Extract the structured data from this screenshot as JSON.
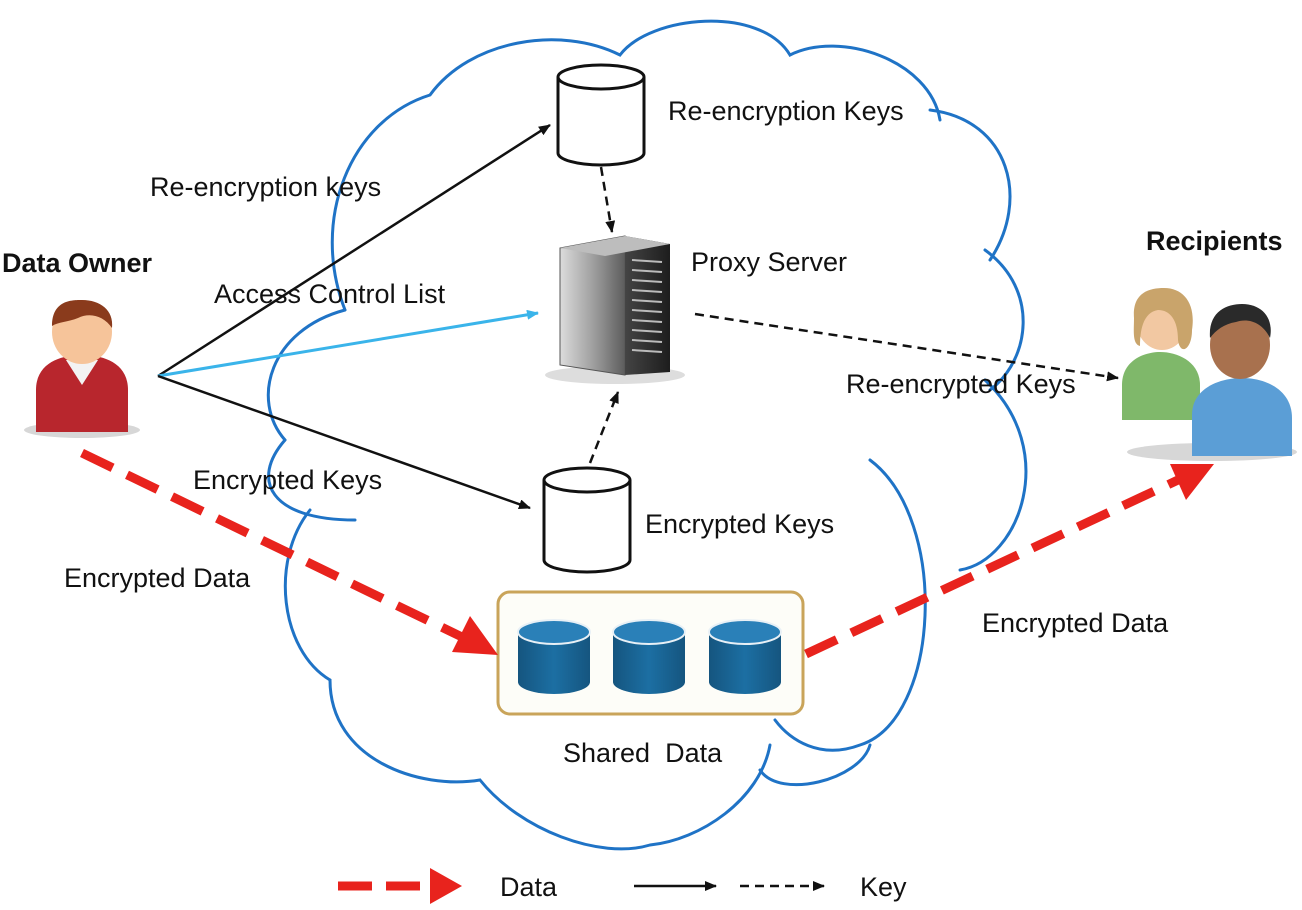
{
  "actors": {
    "data_owner": "Data Owner",
    "recipients": "Recipients"
  },
  "cloud_nodes": {
    "reencryption_keys_store": "Re-encryption Keys",
    "proxy_server": "Proxy Server",
    "encrypted_keys_store": "Encrypted Keys",
    "shared_data": "Shared  Data"
  },
  "edge_labels": {
    "reencryption_keys": "Re-encryption keys",
    "access_control_list": "Access Control List",
    "encrypted_keys": "Encrypted Keys",
    "encrypted_data_in": "Encrypted Data",
    "reencrypted_keys": "Re-encrypted Keys",
    "encrypted_data_out": "Encrypted Data"
  },
  "legend": {
    "data": "Data",
    "key": "Key"
  },
  "colors": {
    "cloud": "#1f73c6",
    "data_arrow": "#e8231d",
    "acl_arrow": "#3ab4ea",
    "key_arrow": "#111111",
    "db_fill": "#1a6496",
    "shared_box_border": "#c9a45a"
  }
}
